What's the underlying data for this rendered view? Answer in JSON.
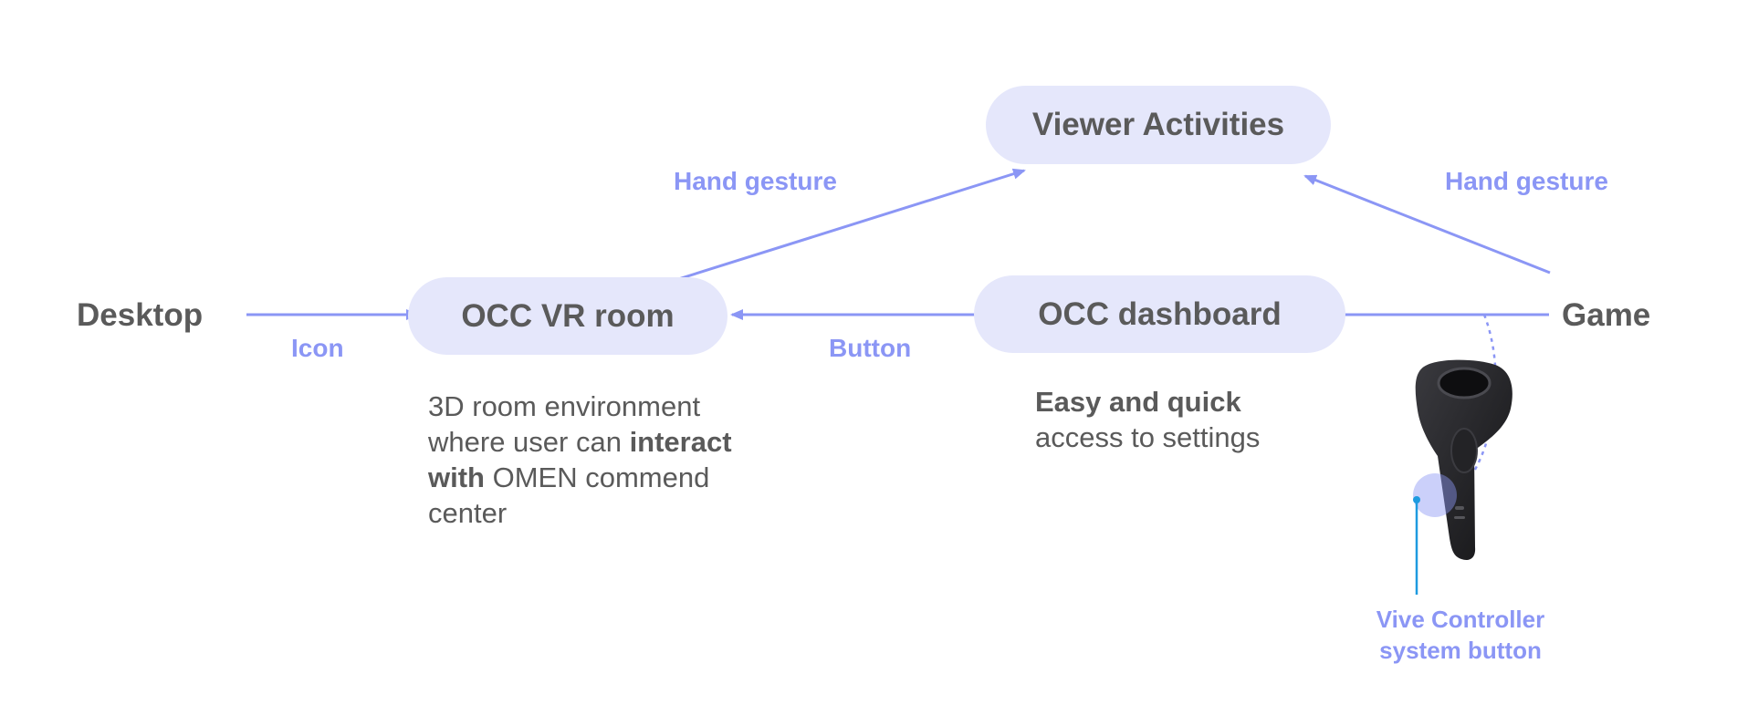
{
  "nodes": {
    "viewer_activities": "Viewer Activities",
    "occ_vr_room": "OCC VR room",
    "occ_dashboard": "OCC dashboard"
  },
  "endpoints": {
    "desktop": "Desktop",
    "game": "Game"
  },
  "edge_labels": {
    "hand_gesture_left": "Hand gesture",
    "hand_gesture_right": "Hand gesture",
    "icon": "Icon",
    "button": "Button"
  },
  "descriptions": {
    "vr_room": {
      "part1": "3D room environment where user can ",
      "bold1": "interact with",
      "part2": " OMEN commend center"
    },
    "dashboard": {
      "bold": "Easy and quick",
      "rest": "access to settings"
    }
  },
  "controller_callout": {
    "line1": "Vive Controller",
    "line2": "system button"
  },
  "colors": {
    "accent": "#8b96f5",
    "node_fill": "#e5e7fb",
    "text": "#5a5a5a",
    "callout_line": "#1e9be0"
  },
  "icons": {
    "controller": "vive-controller-icon"
  }
}
